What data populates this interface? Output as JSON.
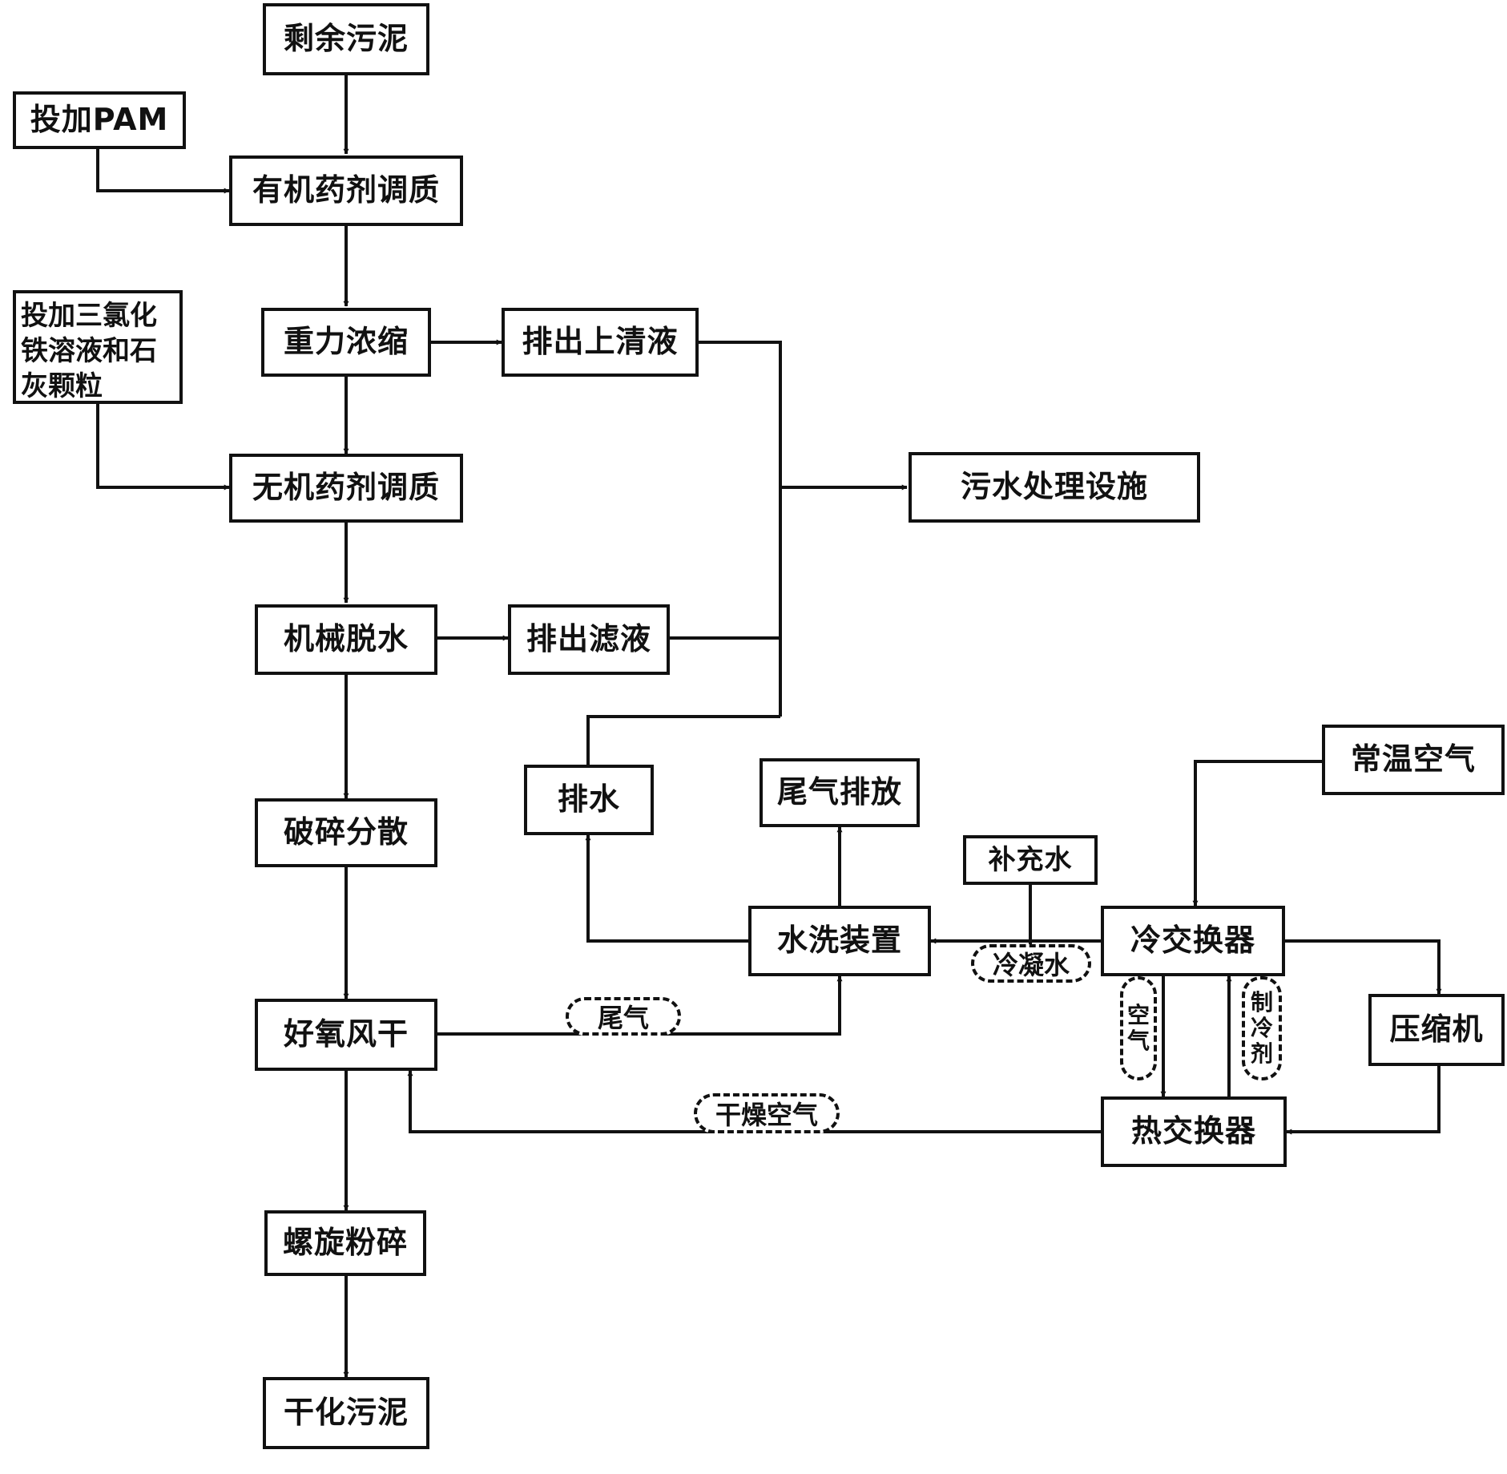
{
  "nodes": {
    "excess_sludge": "剩余污泥",
    "add_pam": "投加PAM",
    "organic_conditioning": "有机药剂调质",
    "add_fecl3_lime": "投加三氯化铁溶液和石灰颗粒",
    "gravity_thickening": "重力浓缩",
    "discharge_supernatant": "排出上清液",
    "inorganic_conditioning": "无机药剂调质",
    "wastewater_facility": "污水处理设施",
    "mechanical_dewatering": "机械脱水",
    "discharge_filtrate": "排出滤液",
    "crushing_dispersion": "破碎分散",
    "drainage": "排水",
    "exhaust_emission": "尾气排放",
    "room_temp_air": "常温空气",
    "makeup_water": "补充水",
    "water_washer": "水洗装置",
    "cold_exchanger": "冷交换器",
    "aerobic_drying": "好氧风干",
    "compressor": "压缩机",
    "hot_exchanger": "热交换器",
    "spiral_grinding": "螺旋粉碎",
    "dried_sludge": "干化污泥"
  },
  "labels": {
    "exhaust_gas": "尾气",
    "condensate": "冷凝水",
    "air": "空气",
    "refrigerant": "制冷剂",
    "dry_air": "干燥空气"
  },
  "colors": {
    "line": "#111111",
    "background": "#ffffff"
  }
}
